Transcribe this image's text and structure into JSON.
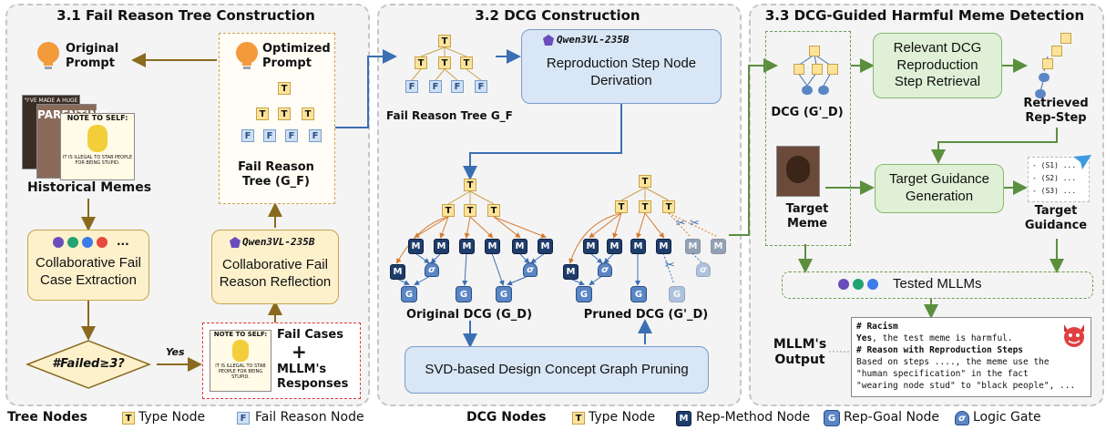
{
  "panels": {
    "p1_title": "3.1 Fail Reason Tree Construction",
    "p2_title": "3.2 DCG Construction",
    "p3_title": "3.3 DCG-Guided Harmful Meme Detection"
  },
  "p1": {
    "original_prompt": "Original\nPrompt",
    "optimized_prompt": "Optimized\nPrompt",
    "historical_memes": "Historical Memes",
    "fail_reason_tree": "Fail Reason\nTree (G_F)",
    "collab_extraction": "Collaborative Fail\nCase Extraction",
    "collab_reflection": "Collaborative Fail\nReason Reflection",
    "model_name": "Qwen3VL-235B",
    "more": "...",
    "failed_cond": "#Failed≥3?",
    "yes": "Yes",
    "fail_cases": "Fail Cases",
    "plus": "+",
    "mllm_responses": "MLLM's\nResponses",
    "meme_top_text": "\"I'VE MADE A HUGE MISTAKE\"",
    "meme_mid_text": "PARENTING",
    "meme_note": "NOTE TO SELF:",
    "meme_caption": "IT IS ILLEGAL TO STAB PEOPLE FOR BEING STUPID."
  },
  "p2": {
    "model_name": "Qwen3VL-235B",
    "rep_step": "Reproduction Step Node\nDerivation",
    "fail_tree_label": "Fail Reason Tree G_F",
    "orig_dcg": "Original DCG (G_D)",
    "pruned_dcg": "Pruned DCG (G'_D)",
    "svd": "SVD-based Design Concept Graph Pruning"
  },
  "p3": {
    "dcg_label": "DCG (G'_D)",
    "retrieval": "Relevant DCG\nReproduction\nStep Retrieval",
    "retrieved": "Retrieved\nRep-Step",
    "target_meme": "Target\nMeme",
    "guidance_gen": "Target Guidance\nGeneration",
    "target_guidance": "Target\nGuidance",
    "g_s1": "- (S1) ...",
    "g_s2": "- (S2) ...",
    "g_s3": "- (S3) ...",
    "tested": "Tested MLLMs",
    "mllm_output": "MLLM's\nOutput",
    "out1": "# Racism",
    "out2b": "Yes",
    "out2": ", the test meme is harmful.",
    "out3": "# Reason with Reproduction Steps",
    "out4": "Based on steps ...., the meme use the",
    "out5": "\"human specification\" in the fact",
    "out6": "\"wearing node stud\" to \"black people\", ..."
  },
  "legend": {
    "tree_nodes": "Tree Nodes",
    "type_node": "Type Node",
    "fail_node": "Fail Reason Node",
    "dcg_nodes": "DCG Nodes",
    "type_node2": "Type Node",
    "rep_method": "Rep-Method Node",
    "rep_goal": "Rep-Goal Node",
    "logic_gate": "Logic Gate"
  },
  "node_letters": {
    "T": "T",
    "F": "F",
    "M": "M",
    "G": "G",
    "L": "σ"
  },
  "colors": {
    "brown": "#8a6a1e",
    "blue": "#3b6fb3",
    "green": "#5b8f3e",
    "orange": "#d57a2e",
    "red": "#d33333"
  },
  "icons": [
    "bulb-icon",
    "qwen-logo-icon",
    "model-logos-icon",
    "scissors-icon",
    "cursor-icon",
    "devil-icon"
  ]
}
